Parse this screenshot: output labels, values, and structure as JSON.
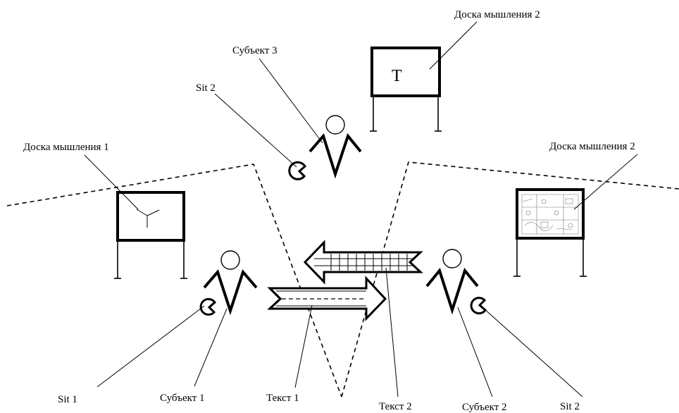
{
  "labels": {
    "board_top": "Доска мышления 2",
    "subject3": "Субъект 3",
    "sit2_top": "Sit 2",
    "board_left": "Доска мышления 1",
    "board_right": "Доска мышления 2",
    "sit1": "Sit 1",
    "subject1": "Субъект 1",
    "text1": "Текст 1",
    "text2": "Текст 2",
    "subject2": "Субъект 2",
    "sit2_right": "Sit 2"
  },
  "board_top_letter": "T"
}
